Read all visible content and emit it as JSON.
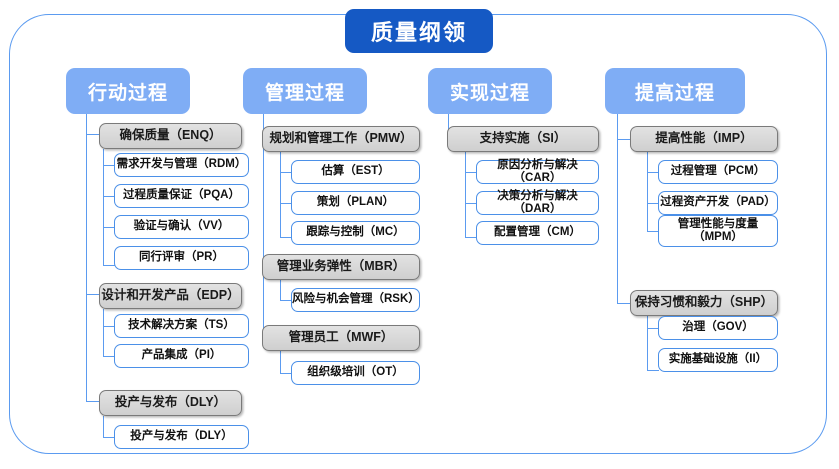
{
  "diagram": {
    "title": "质量纲领",
    "columns": [
      {
        "header": "行动过程",
        "groups": [
          {
            "label": "确保质量（ENQ）",
            "children": [
              "需求开发与管理（RDM）",
              "过程质量保证（PQA）",
              "验证与确认（VV）",
              "同行评审（PR）"
            ]
          },
          {
            "label": "设计和开发产品（EDP）",
            "children": [
              "技术解决方案（TS）",
              "产品集成（PI）"
            ]
          },
          {
            "label": "投产与发布（DLY）",
            "children": [
              "投产与发布（DLY）"
            ]
          }
        ]
      },
      {
        "header": "管理过程",
        "groups": [
          {
            "label": "规划和管理工作（PMW）",
            "children": [
              "估算（EST）",
              "策划（PLAN）",
              "跟踪与控制（MC）"
            ]
          },
          {
            "label": "管理业务弹性（MBR）",
            "children": [
              "风险与机会管理（RSK）"
            ]
          },
          {
            "label": "管理员工（MWF）",
            "children": [
              "组织级培训（OT）"
            ]
          }
        ]
      },
      {
        "header": "实现过程",
        "groups": [
          {
            "label": "支持实施（SI）",
            "children": [
              "原因分析与解决（CAR）",
              "决策分析与解决（DAR）",
              "配置管理（CM）"
            ]
          }
        ]
      },
      {
        "header": "提高过程",
        "groups": [
          {
            "label": "提高性能（IMP）",
            "children": [
              "过程管理（PCM）",
              "过程资产开发（PAD）",
              "管理性能与度量\n（MPM）"
            ]
          },
          {
            "label": "保持习惯和毅力（SHP）",
            "children": [
              "治理（GOV）",
              "实施基础设施（II）"
            ]
          }
        ]
      }
    ],
    "colors": {
      "root_fill": "#1559c4",
      "header_fill": "#7fadf5",
      "group_fill": "#d8d8d8",
      "group_border": "#7a7a7a",
      "leaf_border": "#4b90e8",
      "connector": "#5b9bf0",
      "frame_border": "#5b9bf0"
    }
  }
}
